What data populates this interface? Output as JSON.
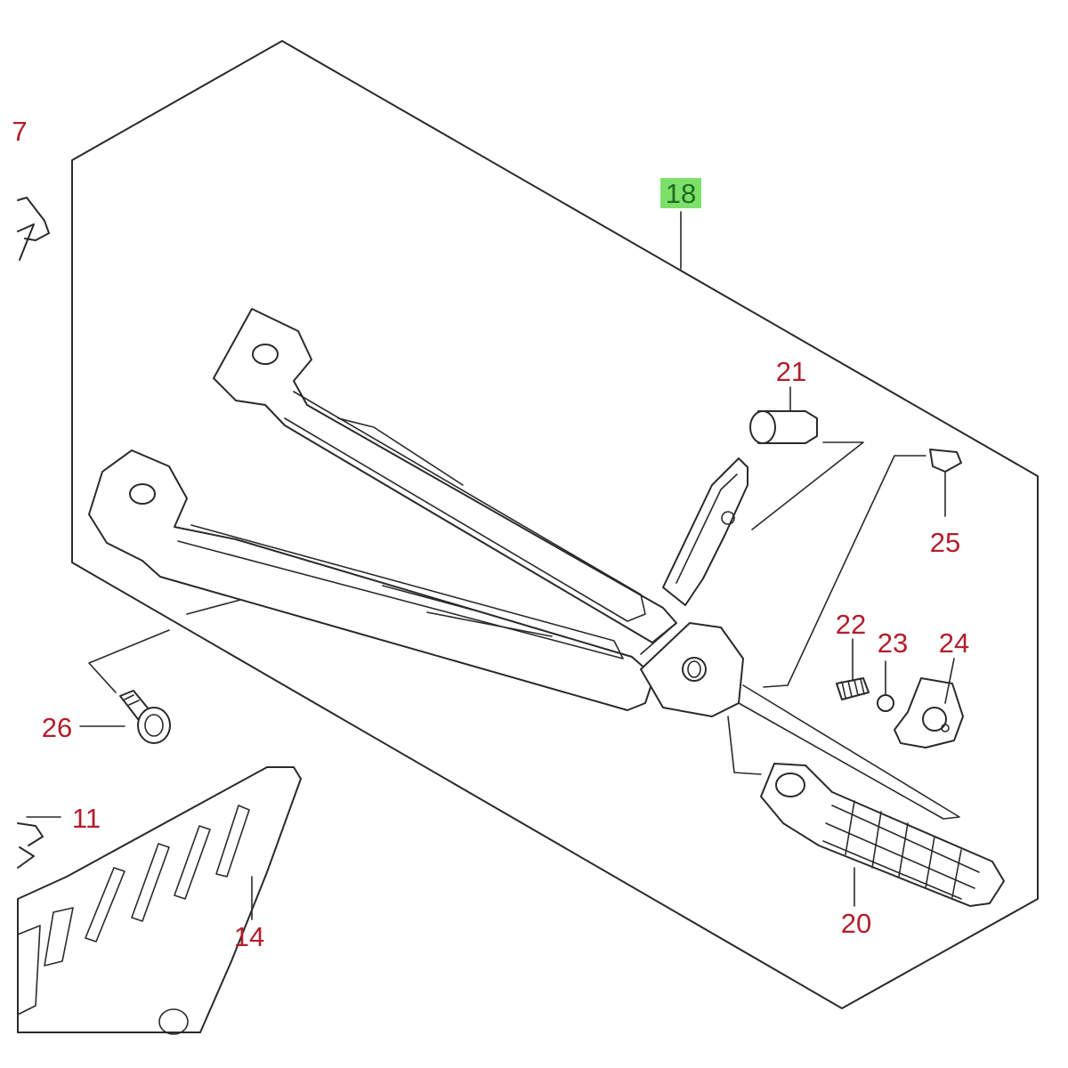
{
  "diagram": {
    "type": "exploded parts diagram",
    "highlight_color": "#7de06b",
    "label_color": "#b21e2b"
  },
  "parts": {
    "p7": "7",
    "p11": "11",
    "p14": "14",
    "p18": "18",
    "p20": "20",
    "p21": "21",
    "p22": "22",
    "p23": "23",
    "p24": "24",
    "p25": "25",
    "p26": "26"
  }
}
